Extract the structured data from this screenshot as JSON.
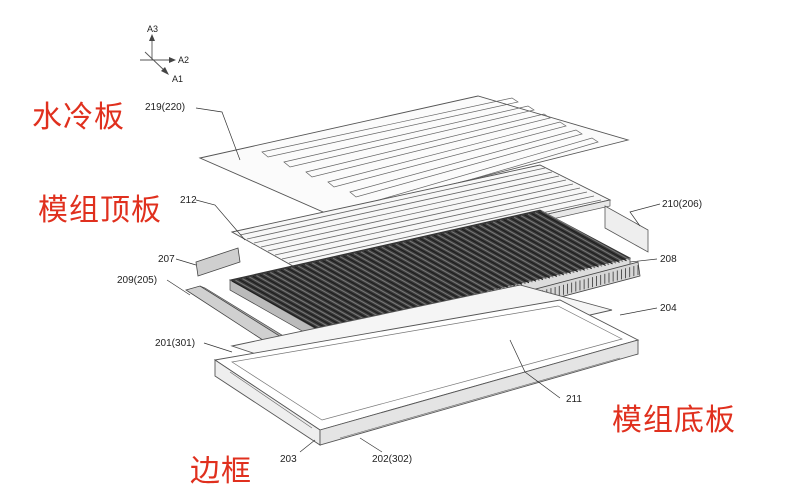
{
  "axes": {
    "a3": "A3",
    "a2": "A2",
    "a1": "A1"
  },
  "labels": {
    "water_cold_plate": "水冷板",
    "module_top_plate": "模组顶板",
    "frame": "边框",
    "module_bottom_plate": "模组底板"
  },
  "refs": {
    "r219": "219(220)",
    "r212": "212",
    "r210": "210(206)",
    "r207": "207",
    "r208": "208",
    "r209": "209(205)",
    "r204": "204",
    "r201": "201(301)",
    "r211": "211",
    "r203": "203",
    "r202": "202(302)"
  },
  "colors": {
    "label_red": "#e0301e",
    "line": "#555555",
    "fin_dark": "#2b2b2b"
  }
}
